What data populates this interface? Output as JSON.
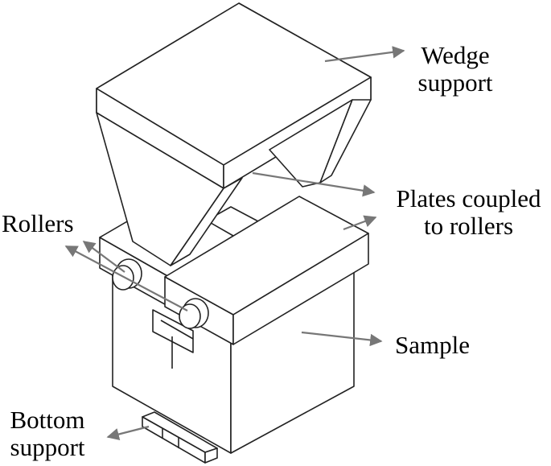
{
  "labels": {
    "wedge_support": [
      "Wedge",
      "support"
    ],
    "plates": [
      "Plates coupled",
      "to rollers"
    ],
    "rollers": "Rollers",
    "sample": "Sample",
    "bottom_support": [
      "Bottom",
      "support"
    ]
  },
  "colors": {
    "line": "#222222",
    "arrow": "#777777",
    "background": "#ffffff"
  }
}
